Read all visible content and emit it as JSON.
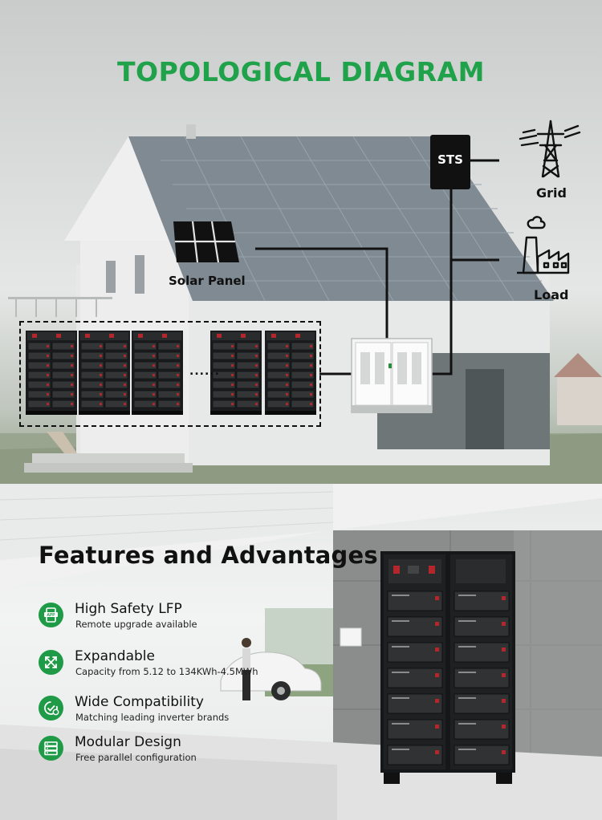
{
  "diagram": {
    "title": "TOPOLOGICAL DIAGRAM",
    "nodes": {
      "sts": "STS",
      "grid": "Grid",
      "load": "Load",
      "solar_panel": "Solar Panel",
      "ellipsis": "......"
    }
  },
  "features": {
    "title": "Features and Advantages",
    "items": [
      {
        "heading": "High Safety LFP",
        "sub": "Remote upgrade available",
        "icon": "app-icon"
      },
      {
        "heading": "Expandable",
        "sub": "Capacity from 5.12 to 134KWh-4.5MWh",
        "icon": "expand-icon"
      },
      {
        "heading": "Wide Compatibility",
        "sub": "Matching leading inverter brands",
        "icon": "compatibility-icon"
      },
      {
        "heading": "Modular Design",
        "sub": "Free parallel configuration",
        "icon": "stack-icon"
      }
    ]
  },
  "colors": {
    "title_green": "#1fa24a",
    "icon_green": "#1f9a47"
  }
}
